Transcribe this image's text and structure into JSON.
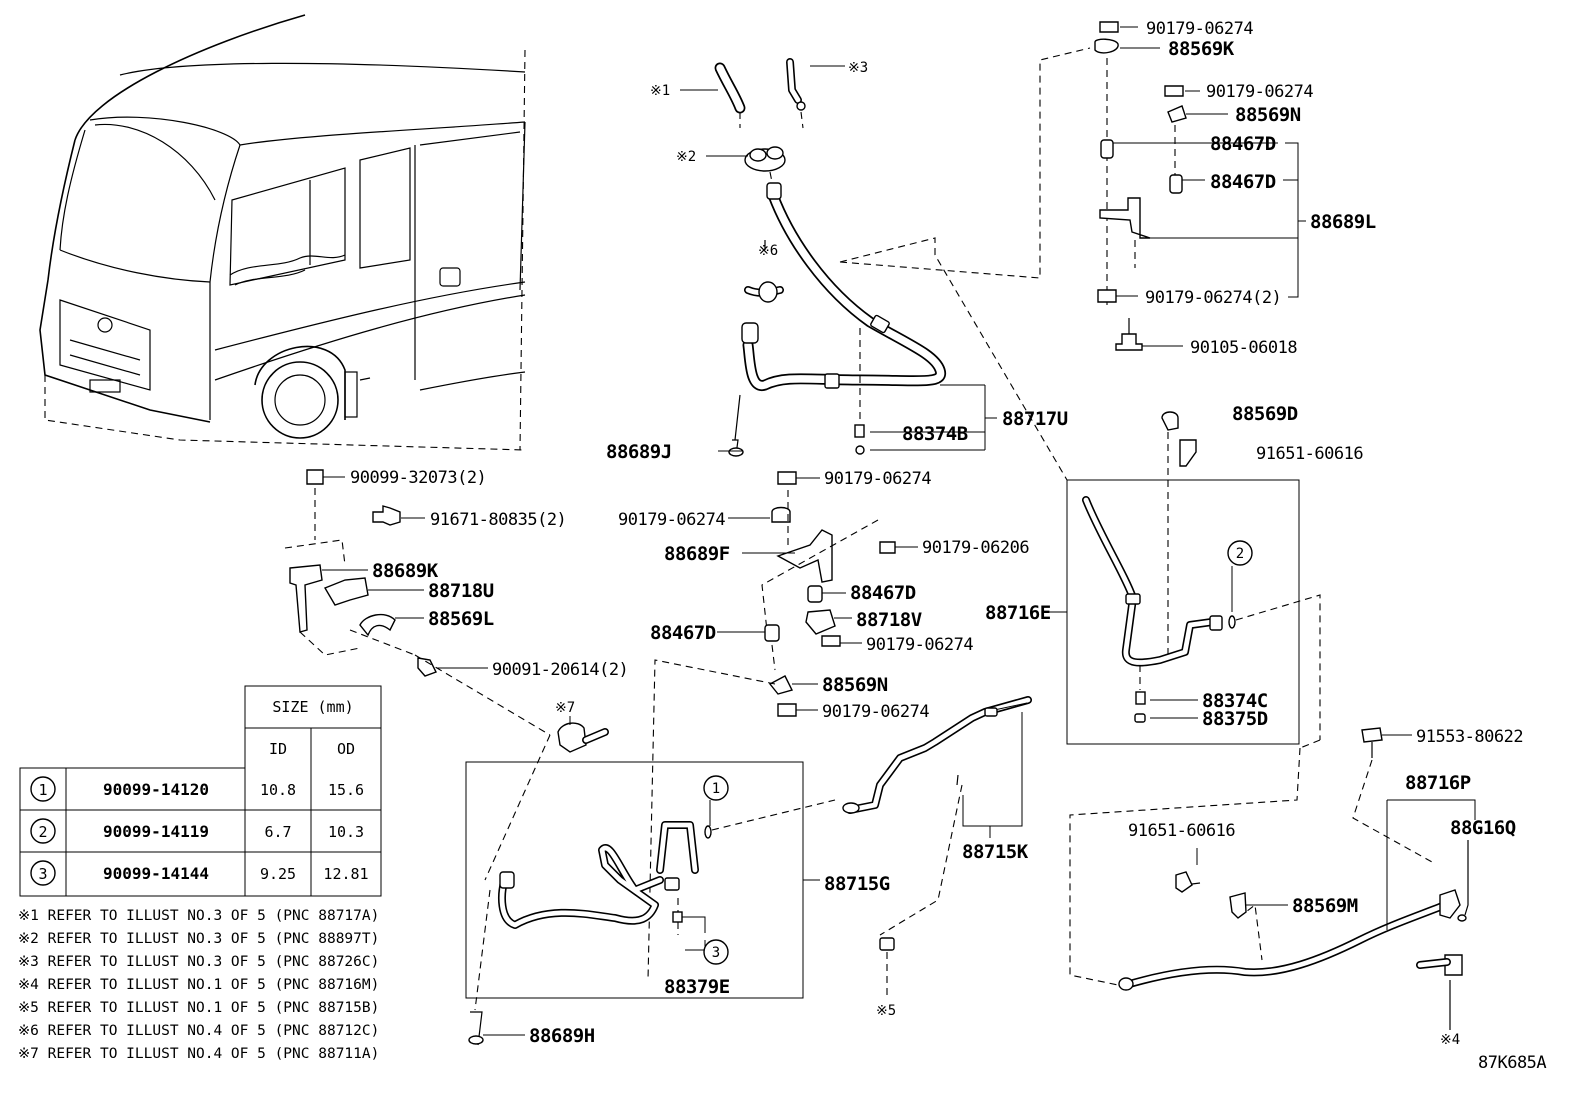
{
  "diagram_code": "87K685A",
  "callouts": {
    "p_90179_06274_top": "90179-06274",
    "p_88569K": "88569K",
    "p_90179_06274_2nd": "90179-06274",
    "p_88569N_top": "88569N",
    "p_88467D_a": "88467D",
    "p_88467D_b": "88467D",
    "p_88689L": "88689L",
    "p_90179_06274_2": "90179-06274(2)",
    "p_90105_06018": "90105-06018",
    "p_88717U": "88717U",
    "p_88374B": "88374B",
    "p_88689J": "88689J",
    "p_88569D": "88569D",
    "p_91651_60616_a": "91651-60616",
    "p_88716E": "88716E",
    "p_88374C": "88374C",
    "p_88375D": "88375D",
    "p_90099_32073": "90099-32073(2)",
    "p_91671_80835": "91671-80835(2)",
    "p_88689K": "88689K",
    "p_88718U": "88718U",
    "p_88569L": "88569L",
    "p_90091_20614": "90091-20614(2)",
    "p_90179_06274_mid1": "90179-06274",
    "p_90179_06274_mid2": "90179-06274",
    "p_88689F": "88689F",
    "p_90179_06206": "90179-06206",
    "p_88467D_mid": "88467D",
    "p_88718V": "88718V",
    "p_88467D_left": "88467D",
    "p_90179_06274_mid3": "90179-06274",
    "p_88569N_mid": "88569N",
    "p_90179_06274_mid4": "90179-06274",
    "p_88715G": "88715G",
    "p_88715K": "88715K",
    "p_88379E": "88379E",
    "p_88689H": "88689H",
    "p_91553_80622": "91553-80622",
    "p_88716P": "88716P",
    "p_88G16Q": "88G16Q",
    "p_91651_60616_b": "91651-60616",
    "p_88569M": "88569M"
  },
  "ref_marks": {
    "r1": "※1",
    "r2": "※2",
    "r3": "※3",
    "r4": "※4",
    "r5": "※5",
    "r6": "※6",
    "r7": "※7"
  },
  "circle_marks": {
    "c1_diagram": "1",
    "c2_diagram": "2",
    "c3_diagram": "3"
  },
  "size_table": {
    "header": "SIZE (mm)",
    "col_id": "ID",
    "col_od": "OD",
    "rows": [
      {
        "mark": "1",
        "part": "90099-14120",
        "id": "10.8",
        "od": "15.6"
      },
      {
        "mark": "2",
        "part": "90099-14119",
        "id": "6.7",
        "od": "10.3"
      },
      {
        "mark": "3",
        "part": "90099-14144",
        "id": "9.25",
        "od": "12.81"
      }
    ]
  },
  "notes": [
    "※1 REFER TO ILLUST NO.3 OF 5 (PNC 88717A)",
    "※2 REFER TO ILLUST NO.3 OF 5 (PNC 88897T)",
    "※3 REFER TO ILLUST NO.3 OF 5 (PNC 88726C)",
    "※4 REFER TO ILLUST NO.1 OF 5 (PNC 88716M)",
    "※5 REFER TO ILLUST NO.1 OF 5 (PNC 88715B)",
    "※6 REFER TO ILLUST NO.4 OF 5 (PNC 88712C)",
    "※7 REFER TO ILLUST NO.4 OF 5 (PNC 88711A)"
  ]
}
